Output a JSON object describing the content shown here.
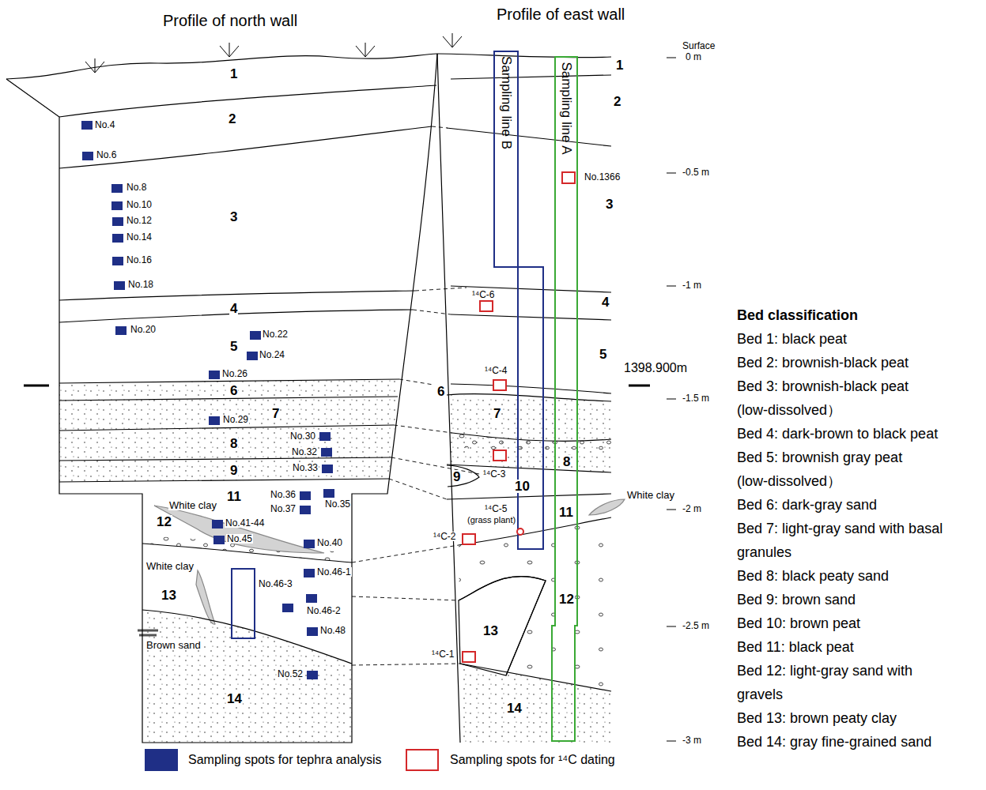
{
  "diagram": {
    "nodes": [
      {
        "text": [
          "Sampling line B"
        ]
      },
      {
        "text": [
          "Sampling line A"
        ]
      }
    ],
    "labels": [
      "Profile of north wall",
      "Profile of east wall",
      "Surface",
      "0 m",
      "-0.5 m",
      "-1 m",
      "-1.5 m",
      "-2 m",
      "-2.5 m",
      "-3 m",
      "1398.900m",
      "1",
      "2",
      "3",
      "4",
      "5",
      "6",
      "7",
      "8",
      "9",
      "11",
      "12",
      "13",
      "14",
      "1",
      "2",
      "3",
      "4",
      "5",
      "6",
      "7",
      "8",
      "9",
      "10",
      "11",
      "12",
      "13",
      "14",
      "No.4",
      "No.6",
      "No.8",
      "No.10",
      "No.12",
      "No.14",
      "No.16",
      "No.18",
      "No.20",
      "No.22",
      "No.24",
      "No.26",
      "No.29",
      "No.30",
      "No.32",
      "No.33",
      "No.36",
      "No.35",
      "No.37",
      "No.41-44",
      "No.40",
      "No.45",
      "No.46-1",
      "No.46-3",
      "No.46-2",
      "No.48",
      "No.52",
      "No.1366",
      "¹⁴C-6",
      "¹⁴C-4",
      "¹⁴C-3",
      "¹⁴C-5",
      "(grass plant)",
      "¹⁴C-2",
      "¹⁴C-1",
      "White clay",
      "White clay",
      "Brown sand",
      "White clay",
      "Bed classification",
      "Bed 1: black peat",
      "Bed 2: brownish-black peat",
      "Bed 3: brownish-black peat (low-dissolved）",
      "Bed 4: dark-brown to black peat",
      "Bed 5: brownish gray peat (low-dissolved）",
      "Bed 6: dark-gray sand",
      "Bed 7: light-gray sand with basal granules",
      "Bed 8: black peaty sand",
      "Bed 9: brown sand",
      "Bed 10: brown peat",
      "Bed 11: black peat",
      "Bed 12: light-gray sand with gravels",
      "Bed 13: brown peaty clay",
      "Bed 14: gray fine-grained sand"
    ],
    "legend": [
      {
        "text": "Sampling spots for tephra analysis",
        "color": "#1f2f86"
      },
      {
        "text": "Sampling spots for ¹⁴C dating"
      }
    ]
  }
}
